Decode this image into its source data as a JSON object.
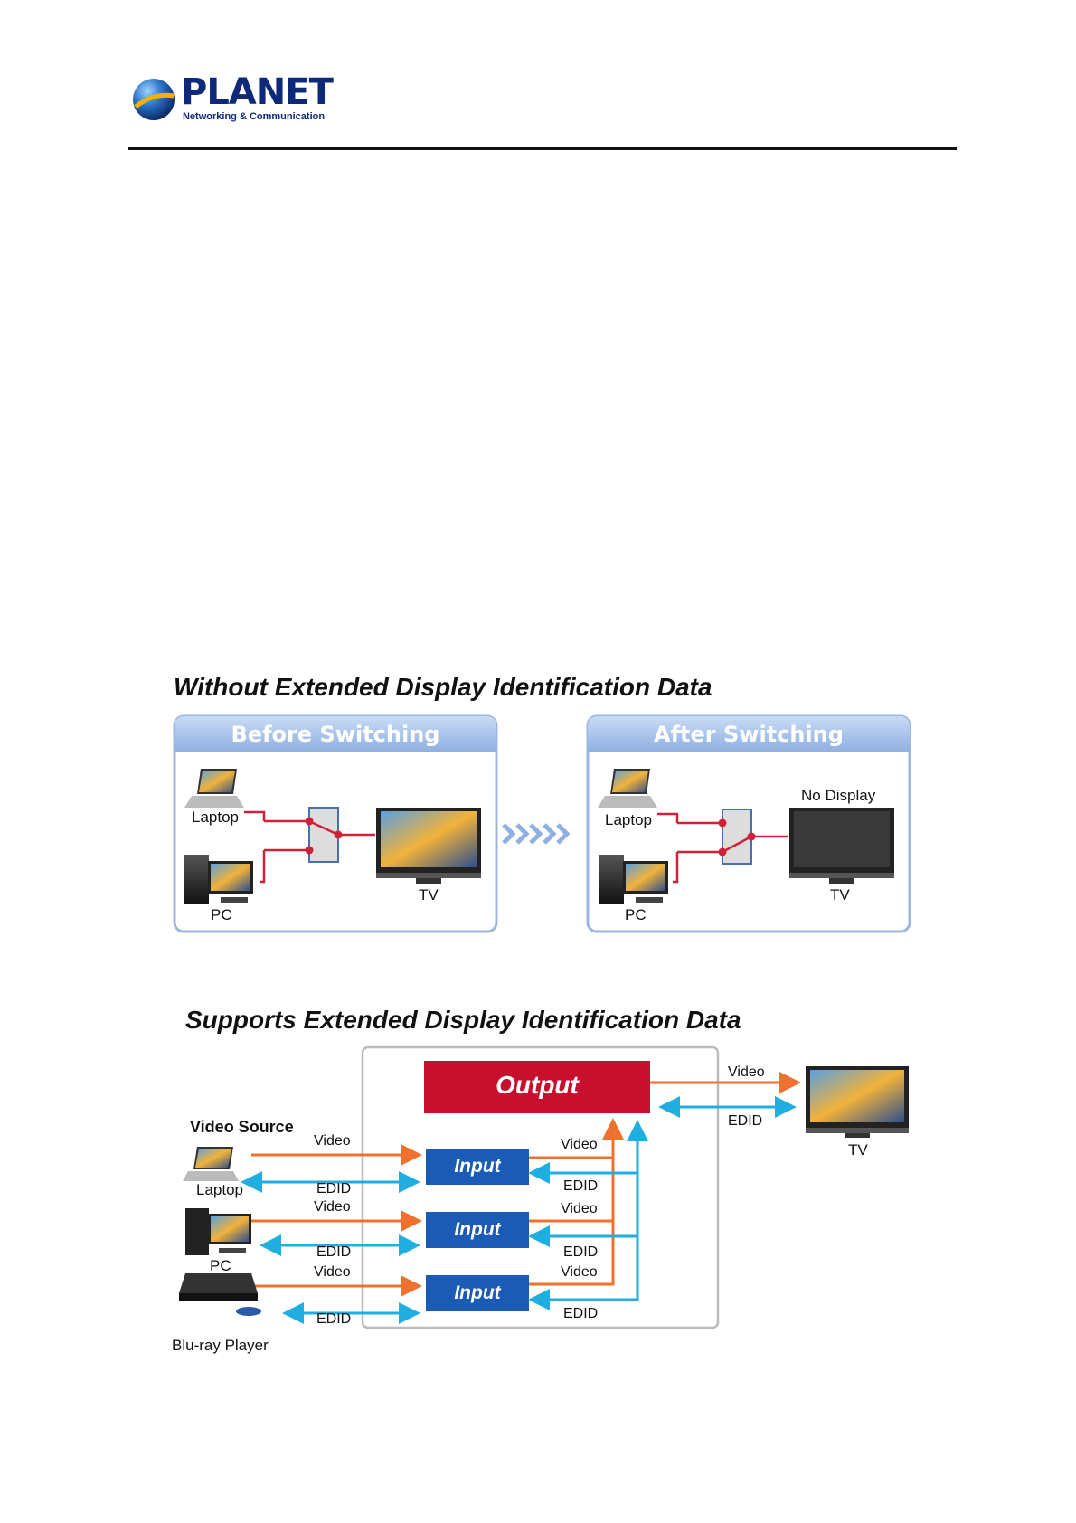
{
  "header": {
    "brand": "PLANET",
    "tagline": "Networking & Communication"
  },
  "diagram1": {
    "title": "Without Extended Display Identification Data",
    "before": {
      "heading": "Before Switching",
      "laptop_label": "Laptop",
      "pc_label": "PC",
      "tv_label": "TV"
    },
    "after": {
      "heading": "After Switching",
      "laptop_label": "Laptop",
      "pc_label": "PC",
      "tv_label": "TV",
      "no_display_label": "No Display"
    }
  },
  "diagram2": {
    "title": "Supports Extended Display Identification Data",
    "output_label": "Output",
    "input_label": "Input",
    "video_source_label": "Video Source",
    "video_label": "Video",
    "edid_label": "EDID",
    "tv_label": "TV",
    "sources": [
      "Laptop",
      "PC",
      "Blu-ray Player"
    ]
  },
  "colors": {
    "video_arrow": "#f07030",
    "edid_arrow": "#20aee0",
    "output_box": "#c8102e",
    "input_box": "#1a5bb5",
    "panel_border": "#9bb7e0",
    "panel_header": "#a7c2ea",
    "connector_red": "#d0203a"
  },
  "icons": [
    "planet-logo-icon",
    "laptop-icon",
    "pc-icon",
    "tv-icon",
    "bluray-player-icon",
    "chevrons-right-icon"
  ]
}
